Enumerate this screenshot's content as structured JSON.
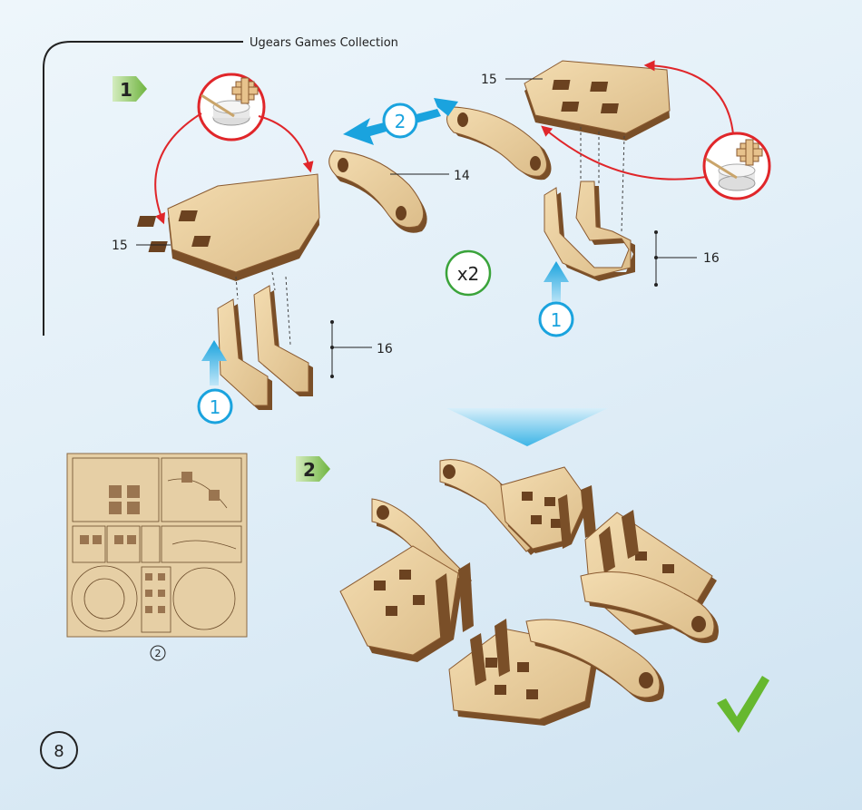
{
  "header": {
    "title": "Ugears Games Collection"
  },
  "steps": [
    {
      "label": "1"
    },
    {
      "label": "2"
    }
  ],
  "part_labels": {
    "left_plate": "15",
    "right_plate": "15",
    "link": "14",
    "left_legs": "16",
    "right_legs": "16"
  },
  "arrow_badges": {
    "move_left": "2",
    "up_left": "1",
    "up_right": "1"
  },
  "multiplier": "x2",
  "sheet": {
    "number": "2"
  },
  "page": {
    "number": "8"
  },
  "colors": {
    "step_badge": "#6fb43f",
    "arrow_blue": "#1aa3de",
    "red_arrow": "#e0262a",
    "multiplier_ring": "#3aa33a",
    "check": "#66b82f",
    "wood_light": "#ecd3a6",
    "wood_edge": "#8a5a30"
  }
}
